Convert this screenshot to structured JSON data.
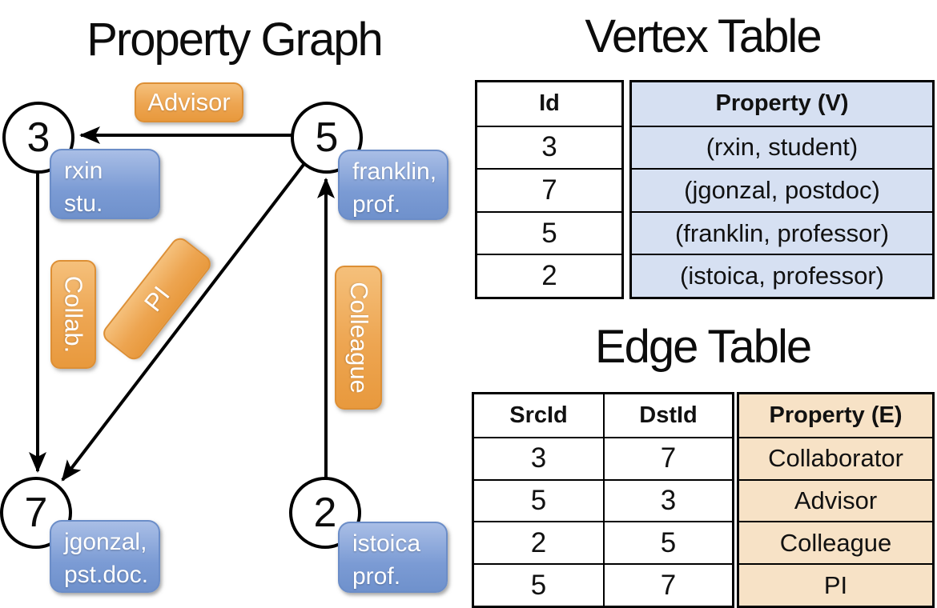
{
  "graph": {
    "title": "Property Graph",
    "nodes": [
      {
        "id": "3"
      },
      {
        "id": "5"
      },
      {
        "id": "7"
      },
      {
        "id": "2"
      }
    ],
    "vertex_labels": [
      {
        "line1": "rxin",
        "line2": "stu."
      },
      {
        "line1": "franklin,",
        "line2": "prof."
      },
      {
        "line1": "jgonzal,",
        "line2": "pst.doc."
      },
      {
        "line1": "istoica",
        "line2": "prof."
      }
    ],
    "edge_labels": {
      "advisor": "Advisor",
      "collab": "Collab.",
      "pi": "PI",
      "colleague": "Colleague"
    }
  },
  "vertex_table": {
    "title": "Vertex Table",
    "columns": {
      "id": "Id",
      "property": "Property (V)"
    },
    "rows": [
      {
        "id": "3",
        "property": "(rxin, student)"
      },
      {
        "id": "7",
        "property": "(jgonzal, postdoc)"
      },
      {
        "id": "5",
        "property": "(franklin, professor)"
      },
      {
        "id": "2",
        "property": "(istoica, professor)"
      }
    ]
  },
  "edge_table": {
    "title": "Edge Table",
    "columns": {
      "src": "SrcId",
      "dst": "DstId",
      "property": "Property (E)"
    },
    "rows": [
      {
        "src": "3",
        "dst": "7",
        "property": "Collaborator"
      },
      {
        "src": "5",
        "dst": "3",
        "property": "Advisor"
      },
      {
        "src": "2",
        "dst": "5",
        "property": "Colleague"
      },
      {
        "src": "5",
        "dst": "7",
        "property": "PI"
      }
    ]
  },
  "colors": {
    "edge_label_orange": "#eda551",
    "vertex_label_blue": "#7b9bd4",
    "vertex_table_fill": "#d6e0f2",
    "edge_table_fill": "#f7e2c6",
    "line_black": "#000000"
  }
}
